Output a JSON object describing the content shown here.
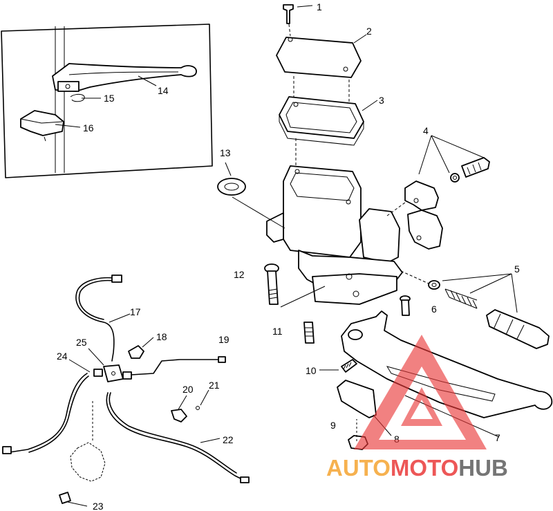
{
  "callouts": [
    "1",
    "2",
    "3",
    "4",
    "5",
    "6",
    "7",
    "8",
    "9",
    "10",
    "11",
    "12",
    "13",
    "14",
    "15",
    "16",
    "17",
    "18",
    "19",
    "20",
    "21",
    "22",
    "23",
    "24",
    "25"
  ],
  "watermark": {
    "word_1": "AUTO",
    "word_2": "MOTO",
    "word_3": "HUB",
    "color_orange": "#f5a431",
    "color_red": "#ea3a3a",
    "color_gray": "#5e5e5e"
  }
}
